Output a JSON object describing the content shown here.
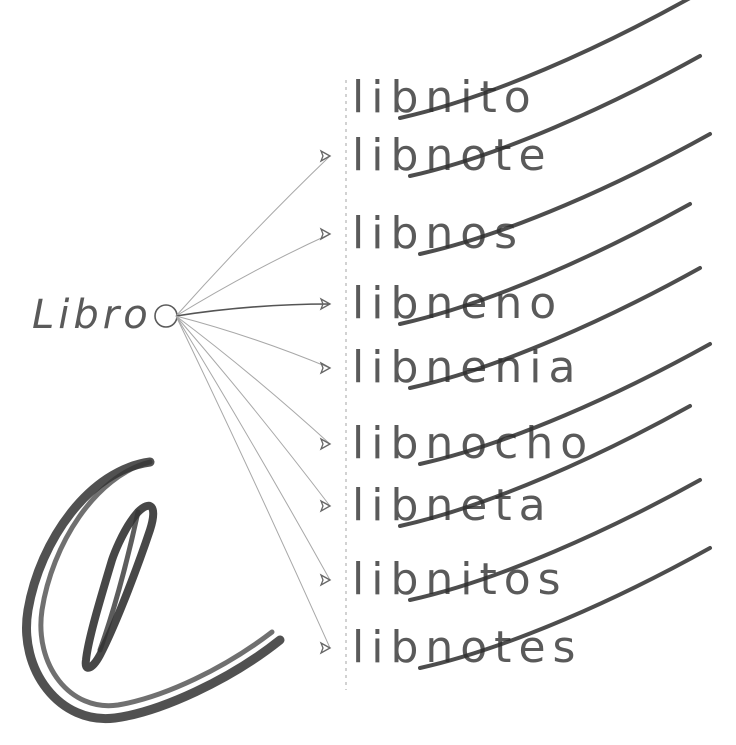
{
  "root_word": "Libro",
  "derived_words": [
    "libnito",
    "libnote",
    "libnos",
    "libneno",
    "libnenia",
    "libnocho",
    "libneta",
    "libnitos",
    "libnotes"
  ],
  "colors": {
    "pencil": "#5a5a5a",
    "light_pencil": "#9a9a9a",
    "scribble": "#2e2e2e",
    "paper": "#ffffff"
  },
  "drawn_symbol": "at-sign-scribble"
}
